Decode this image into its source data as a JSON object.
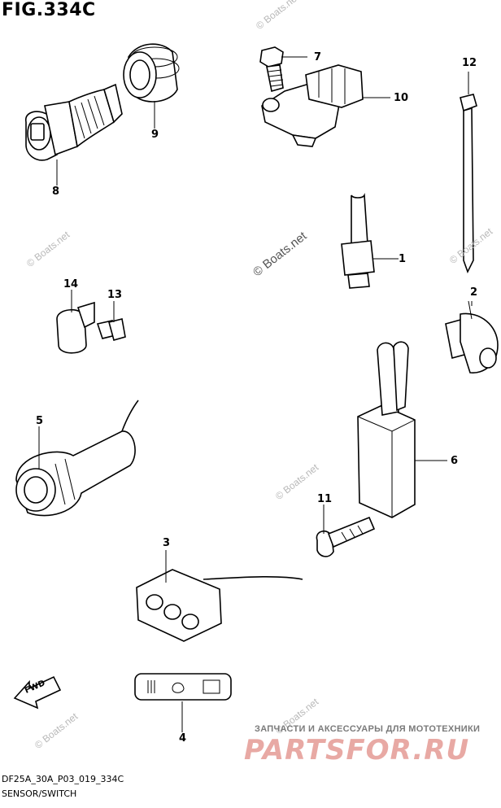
{
  "figure": {
    "title": "FIG.334C",
    "footer_code": "DF25A_30A_P03_019_334C",
    "footer_name": "SENSOR/SWITCH"
  },
  "callouts": [
    {
      "id": "c1",
      "label": "1"
    },
    {
      "id": "c2",
      "label": "2"
    },
    {
      "id": "c3",
      "label": "3"
    },
    {
      "id": "c4",
      "label": "4"
    },
    {
      "id": "c5",
      "label": "5"
    },
    {
      "id": "c6",
      "label": "6"
    },
    {
      "id": "c7",
      "label": "7"
    },
    {
      "id": "c8",
      "label": "8"
    },
    {
      "id": "c9",
      "label": "9"
    },
    {
      "id": "c10",
      "label": "10"
    },
    {
      "id": "c11",
      "label": "11"
    },
    {
      "id": "c12",
      "label": "12"
    },
    {
      "id": "c13",
      "label": "13"
    },
    {
      "id": "c14",
      "label": "14"
    }
  ],
  "watermark": {
    "text": "© Boats.net"
  },
  "branding": {
    "subtitle": "ЗАПЧАСТИ И АКСЕССУАРЫ ДЛЯ МОТОТЕХНИКИ",
    "logo_text": "PARTSFOR.RU",
    "logo_color": "#e8a9a4"
  },
  "fwd_arrow": {
    "text": "FWD"
  },
  "colors": {
    "line": "#000000",
    "background": "#ffffff",
    "watermark": "#b8b8b8"
  }
}
